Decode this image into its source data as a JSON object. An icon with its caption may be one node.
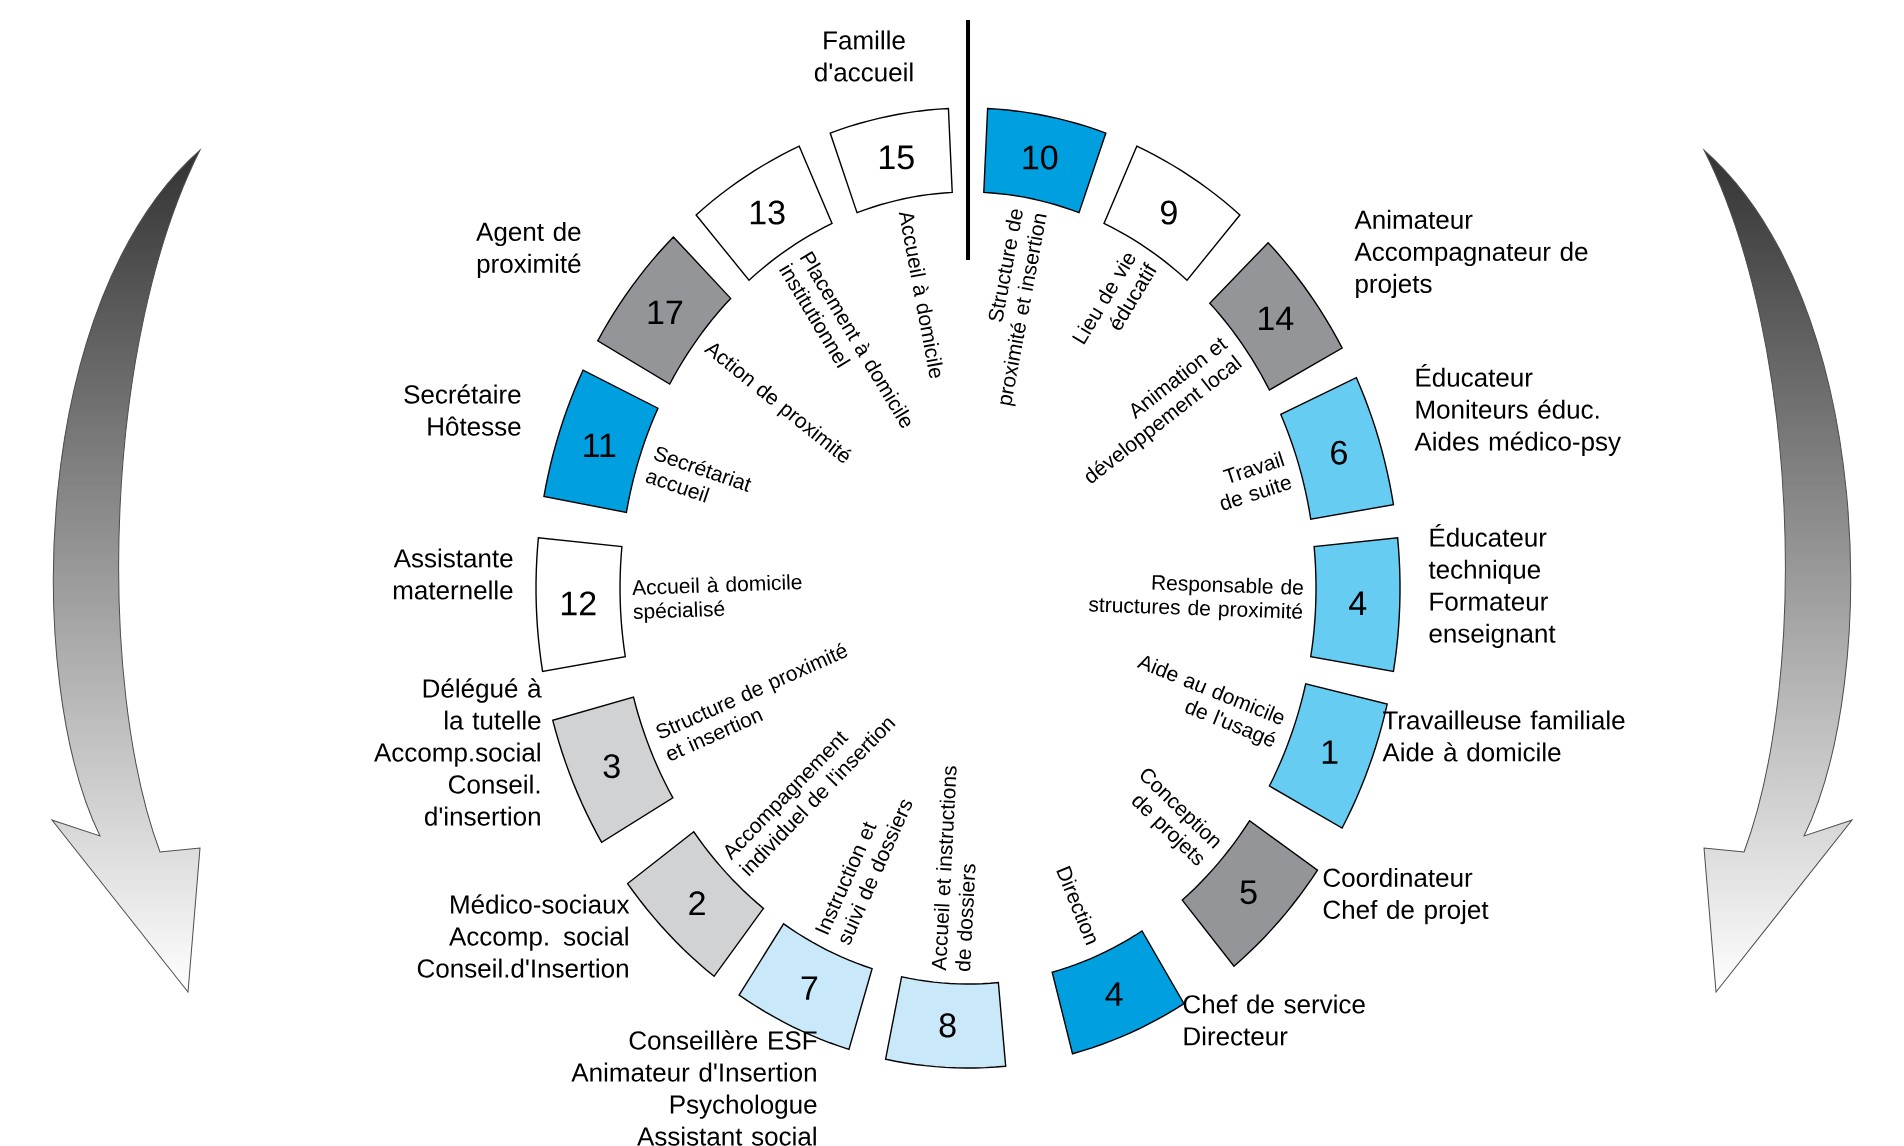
{
  "diagram": {
    "nodes": [
      {
        "text": [
          "10"
        ],
        "beside": [
          "Structure de proximité et insertion"
        ]
      },
      {
        "text": [
          "9"
        ],
        "beside": [
          "Lieu de vie éducatif"
        ]
      },
      {
        "text": [
          "14"
        ],
        "beside": [
          "Animation et développement local",
          "Animateur",
          "Accompagnateur de projets"
        ]
      },
      {
        "text": [
          "6"
        ],
        "beside": [
          "Travail de suite",
          "Éducateur",
          "Moniteurs éduc.",
          "Aides médico-psy"
        ]
      },
      {
        "text": [
          "4"
        ],
        "beside": [
          "Responsable de structures de proximité",
          "Éducateur technique",
          "Formateur enseignant"
        ]
      },
      {
        "text": [
          "1"
        ],
        "beside": [
          "Aide au domicile de l'usagé",
          "Travailleuse familiale",
          "Aide à domicile"
        ]
      },
      {
        "text": [
          "5"
        ],
        "beside": [
          "Conception de projets",
          "Coordinateur",
          "Chef de projet"
        ]
      },
      {
        "text": [
          "4"
        ],
        "beside": [
          "Direction",
          "Chef de service",
          "Directeur"
        ]
      },
      {
        "text": [
          "8"
        ],
        "beside": [
          "Accueil et instructions de dossiers"
        ]
      },
      {
        "text": [
          "7"
        ],
        "beside": [
          "Instruction et suivi de dossiers",
          "Conseillère ESF",
          "Animateur d'Insertion",
          "Psychologue",
          "Assistant social"
        ]
      },
      {
        "text": [
          "2"
        ],
        "beside": [
          "Accompagnement individuel de l'insertion",
          "Médico-sociaux",
          "Accomp. social",
          "Conseil.d'Insertion"
        ]
      },
      {
        "text": [
          "3"
        ],
        "beside": [
          "Structure de proximité et insertion",
          "Délégué à la tutelle",
          "Accomp.social",
          "Conseil. d'insertion"
        ]
      },
      {
        "text": [
          "12"
        ],
        "beside": [
          "Accueil à domicile spécialisé",
          "Assistante maternelle"
        ]
      },
      {
        "text": [
          "11"
        ],
        "beside": [
          "Secrétariat accueil",
          "Secrétaire",
          "Hôtesse"
        ]
      },
      {
        "text": [
          "17"
        ],
        "beside": [
          "Action de proximité",
          "Agent de proximité"
        ]
      },
      {
        "text": [
          "13"
        ],
        "beside": [
          "Placement à domicile institutionnel"
        ]
      },
      {
        "text": [
          "15"
        ],
        "beside": [
          "Accueil à domicile",
          "Famille d'accueil"
        ]
      }
    ]
  }
}
